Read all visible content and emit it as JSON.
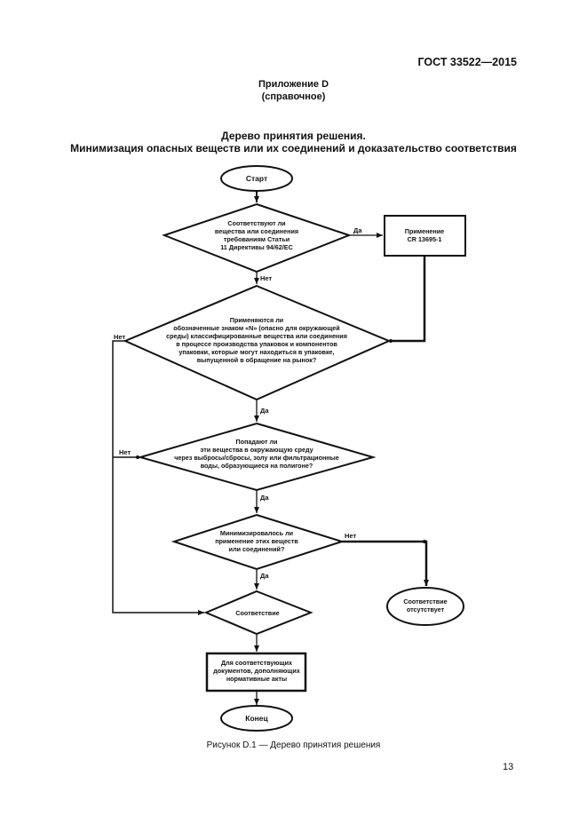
{
  "header": {
    "doc_id": "ГОСТ 33522—2015",
    "annex_title": "Приложение D",
    "annex_type": "(справочное)"
  },
  "title": {
    "line1": "Дерево принятия решения.",
    "line2": "Минимизация опасных веществ или их соединений и доказательство соответствия"
  },
  "flowchart": {
    "start": "Старт",
    "q1": [
      "Соответствуют ли",
      "вещества или соединения",
      "требованиям Статьи",
      "11 Директивы 94/62/ЕС"
    ],
    "apply_box": [
      "Применение",
      "CR 13695-1"
    ],
    "q2": [
      "Применяются ли",
      "обозначенные знаком «N» (опасно для окружающей",
      "среды) классифицированные вещества или соединения",
      "в процессе производства упаковок и компонентов",
      "упаковки, которые могут находиться в упаковке,",
      "выпущенной в обращение на рынок?"
    ],
    "q3": [
      "Попадают ли",
      "эти вещества в окружающую среду",
      "через выбросы/сбросы, золу или фильтрационные",
      "воды, образующиеся на полигоне?"
    ],
    "q4": [
      "Минимизировалось ли",
      "применение этих веществ",
      "или соединений?"
    ],
    "conformity": "Соответствие",
    "no_conformity": [
      "Соответствие",
      "отсутствует"
    ],
    "docs_box": [
      "Для соответствующих",
      "документов, дополняющих",
      "нормативные акты"
    ],
    "end": "Конец",
    "labels": {
      "yes": "Да",
      "no": "Нет"
    }
  },
  "caption": "Рисунок D.1 — Дерево принятия решения",
  "page_number": "13"
}
